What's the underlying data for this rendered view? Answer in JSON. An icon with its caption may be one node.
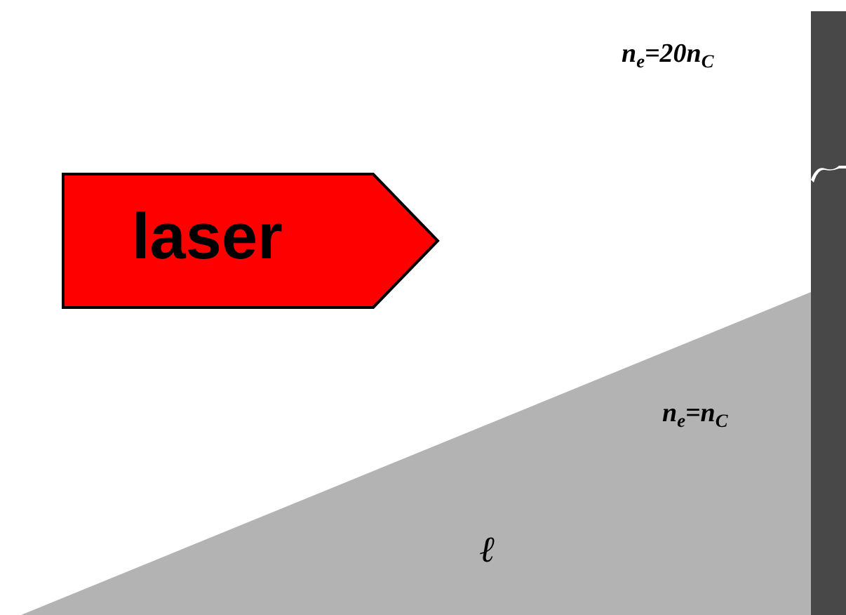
{
  "diagram": {
    "nodes": [
      {
        "text": [
          "laser"
        ]
      }
    ],
    "labels": [
      "n$_{e}$=20n$_{C}$",
      "n$_{e}$=n$_{C}$",
      "ℓ"
    ]
  }
}
